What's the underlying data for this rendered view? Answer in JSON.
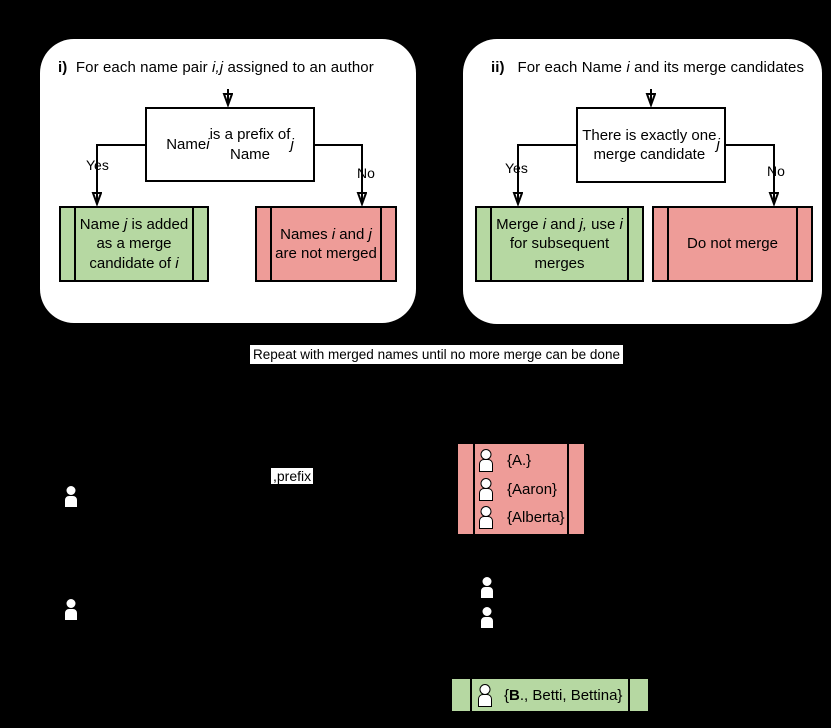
{
  "colors": {
    "background": "#000000",
    "panel_bg": "#ffffff",
    "green_fill": "#b6d8a2",
    "red_fill": "#ee9c98",
    "line": "#000000"
  },
  "panels": [
    {
      "title_html": "<b>i)</b>&nbsp; For each name pair <i>i,j</i> assigned to an author",
      "decision_html": "Name <i>i</i> is a prefix of<br>Name <i>j</i>",
      "yes_label": "Yes",
      "no_label": "No",
      "yes_box_html": "Name <i>j</i> is added<br>as a merge<br>candidate of <i>i</i>",
      "no_box_html": "Names <i>i</i> and <i>j</i><br>are not merged"
    },
    {
      "title_html": "<b>ii)</b>&nbsp;&nbsp; For each Name <i>i</i> and its merge candidates",
      "decision_html": "There is exactly one<br>merge candidate <i>j</i>",
      "yes_label": "Yes",
      "no_label": "No",
      "yes_box_html": "Merge <i>i</i> and <i>j,</i> use <i>i</i><br>for subsequent<br>merges",
      "no_box_html": "Do not merge"
    }
  ],
  "repeat_note": "Repeat with merged names until no more merge can be done",
  "examples": {
    "prefix_label": ",prefix",
    "not_merged_group": [
      "{A.}",
      "{Aaron}",
      "{Alberta}"
    ],
    "merged_group_html": "{<b>B</b>., Betti, Bettina}"
  }
}
